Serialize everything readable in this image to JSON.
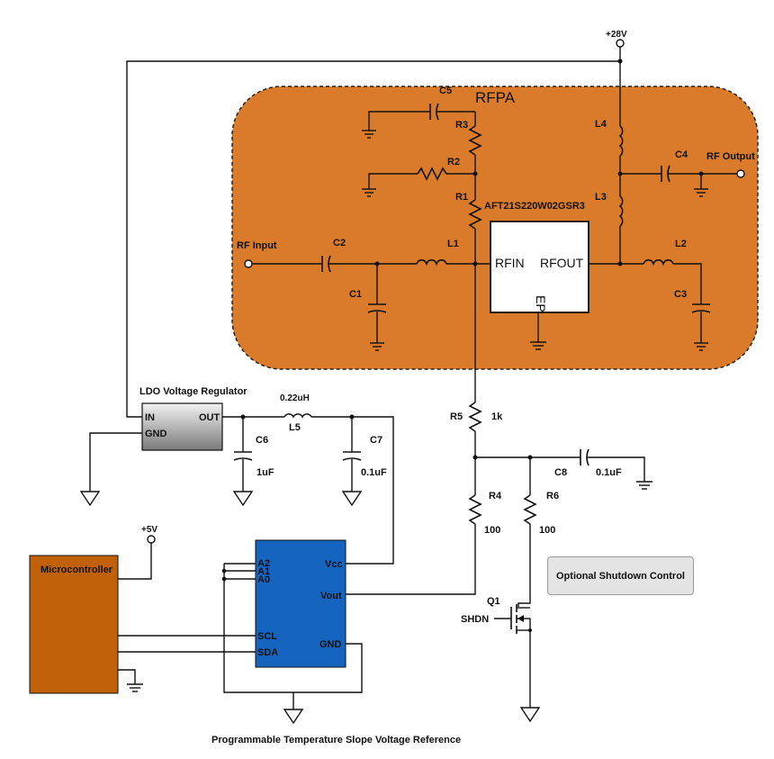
{
  "colors": {
    "rfpa_fill": "#d97b2a",
    "mcu_fill": "#c0610a",
    "ref_fill": "#1565c0",
    "ldo_fill_top": "#f2f2f2",
    "ldo_fill_bottom": "#7a7a7a",
    "button_fill": "#e4e4e4"
  },
  "supply": {
    "p28v": "+28V",
    "p5v": "+5V"
  },
  "rfpa": {
    "title": "RFPA",
    "transistor_name": "AFT21S220W02GSR3",
    "pin_rfin": "RFIN",
    "pin_rfout": "RFOUT",
    "pin_ep": "EP",
    "rf_input": "RF Input",
    "rf_output": "RF Output",
    "C1": "C1",
    "C2": "C2",
    "C3": "C3",
    "C4": "C4",
    "C5": "C5",
    "L1": "L1",
    "L2": "L2",
    "L3": "L3",
    "L4": "L4",
    "R1": "R1",
    "R2": "R2",
    "R3": "R3"
  },
  "ldo": {
    "title": "LDO Voltage Regulator",
    "pin_in": "IN",
    "pin_out": "OUT",
    "pin_gnd": "GND",
    "L5": "L5",
    "L5_value": "0.22uH",
    "C6": "C6",
    "C6_value": "1uF",
    "C7": "C7",
    "C7_value": "0.1uF"
  },
  "bias": {
    "R5": "R5",
    "R5_value": "1k",
    "R4": "R4",
    "R4_value": "100",
    "R6": "R6",
    "R6_value": "100",
    "C8": "C8",
    "C8_value": "0.1uF",
    "Q1": "Q1",
    "shdn": "SHDN"
  },
  "microcontroller": {
    "label": "Microcontroller"
  },
  "reference": {
    "pin_a2": "A2",
    "pin_a1": "A1",
    "pin_a0": "A0",
    "pin_vcc": "Vcc",
    "pin_vout": "Vout",
    "pin_scl": "SCL",
    "pin_sda": "SDA",
    "pin_gnd": "GND",
    "caption": "Programmable Temperature Slope Voltage Reference"
  },
  "shutdown_button": {
    "label": "Optional Shutdown Control"
  }
}
